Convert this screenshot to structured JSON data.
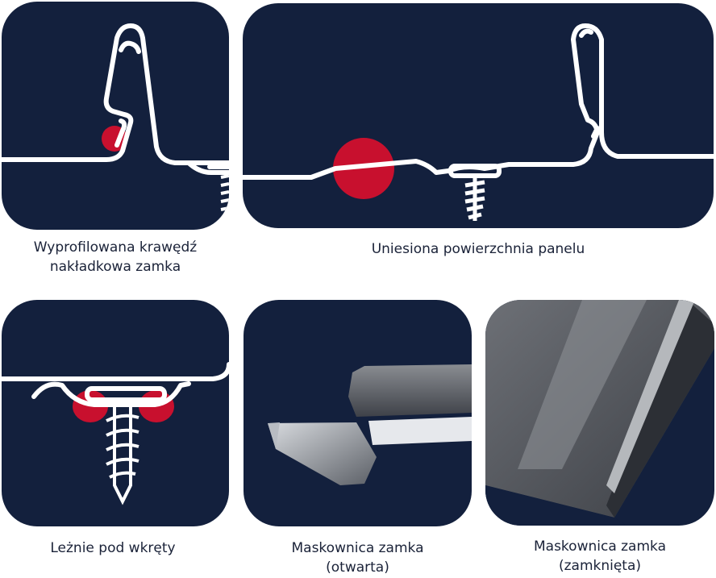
{
  "colors": {
    "navy": "#13203d",
    "red": "#c8102e",
    "line": "#ffffff",
    "text": "#1a2238"
  },
  "features": [
    {
      "caption_line1": "Wyprofilowana krawędź",
      "caption_line2": "nakładkowa zamka",
      "illustration": "profiled-edge-lock"
    },
    {
      "caption_line1": "Uniesiona powierzchnia panelu",
      "illustration": "raised-panel-surface"
    },
    {
      "caption_line1": "Leżnie pod wkręty",
      "illustration": "screw-seat"
    },
    {
      "caption_line1": "Maskownica zamka",
      "caption_line2": "(otwarta)",
      "illustration": "lock-cover-open-photo"
    },
    {
      "caption_line1": "Maskownica zamka",
      "caption_line2": "(zamknięta)",
      "illustration": "lock-cover-closed-photo"
    }
  ]
}
